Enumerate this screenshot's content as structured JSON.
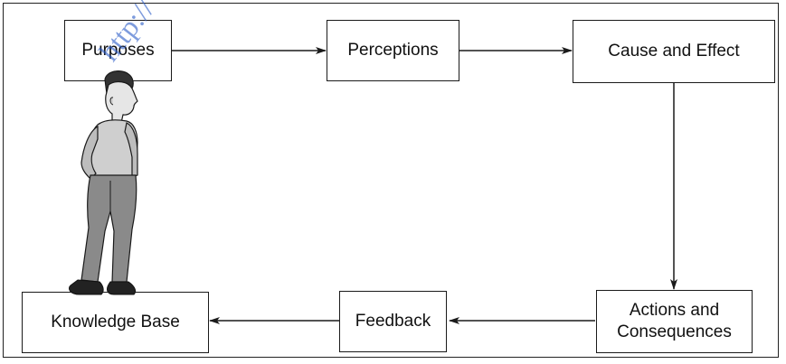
{
  "diagram": {
    "nodes": {
      "purposes": "Purposes",
      "perceptions": "Perceptions",
      "cause_effect": "Cause and Effect",
      "actions": "Actions and\nConsequences",
      "feedback": "Feedback",
      "knowledge_base": "Knowledge Base"
    },
    "edges": [
      [
        "Purposes",
        "Perceptions"
      ],
      [
        "Perceptions",
        "Cause and Effect"
      ],
      [
        "Cause and Effect",
        "Actions and Consequences"
      ],
      [
        "Actions and Consequences",
        "Feedback"
      ],
      [
        "Feedback",
        "Knowledge Base"
      ]
    ],
    "figure": "standing-person-illustration",
    "watermark": "http://"
  },
  "colors": {
    "stroke": "#1a1a1a",
    "person_shirt": "#cfcfcf",
    "person_pants": "#8a8a8a",
    "watermark": "#2a5bc7"
  }
}
